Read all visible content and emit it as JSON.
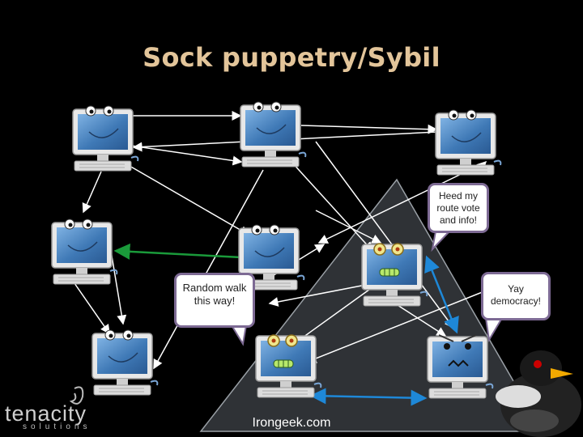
{
  "slide": {
    "title": "Sock puppetry/Sybil",
    "bubbles": {
      "heed": "Heed my route vote and info!",
      "random": "Random walk this way!",
      "yay": "Yay democracy!"
    },
    "credit": "Irongeek.com",
    "logo": {
      "name": "tenacity",
      "tagline": "solutions"
    }
  },
  "colors": {
    "title": "#e3c59a",
    "bubble_border": "#7d6a94",
    "green_arrow": "#1a9a3a",
    "blue_arrow": "#1e88d8",
    "screen": "#3f79b6",
    "triangle": "#2f3236"
  }
}
